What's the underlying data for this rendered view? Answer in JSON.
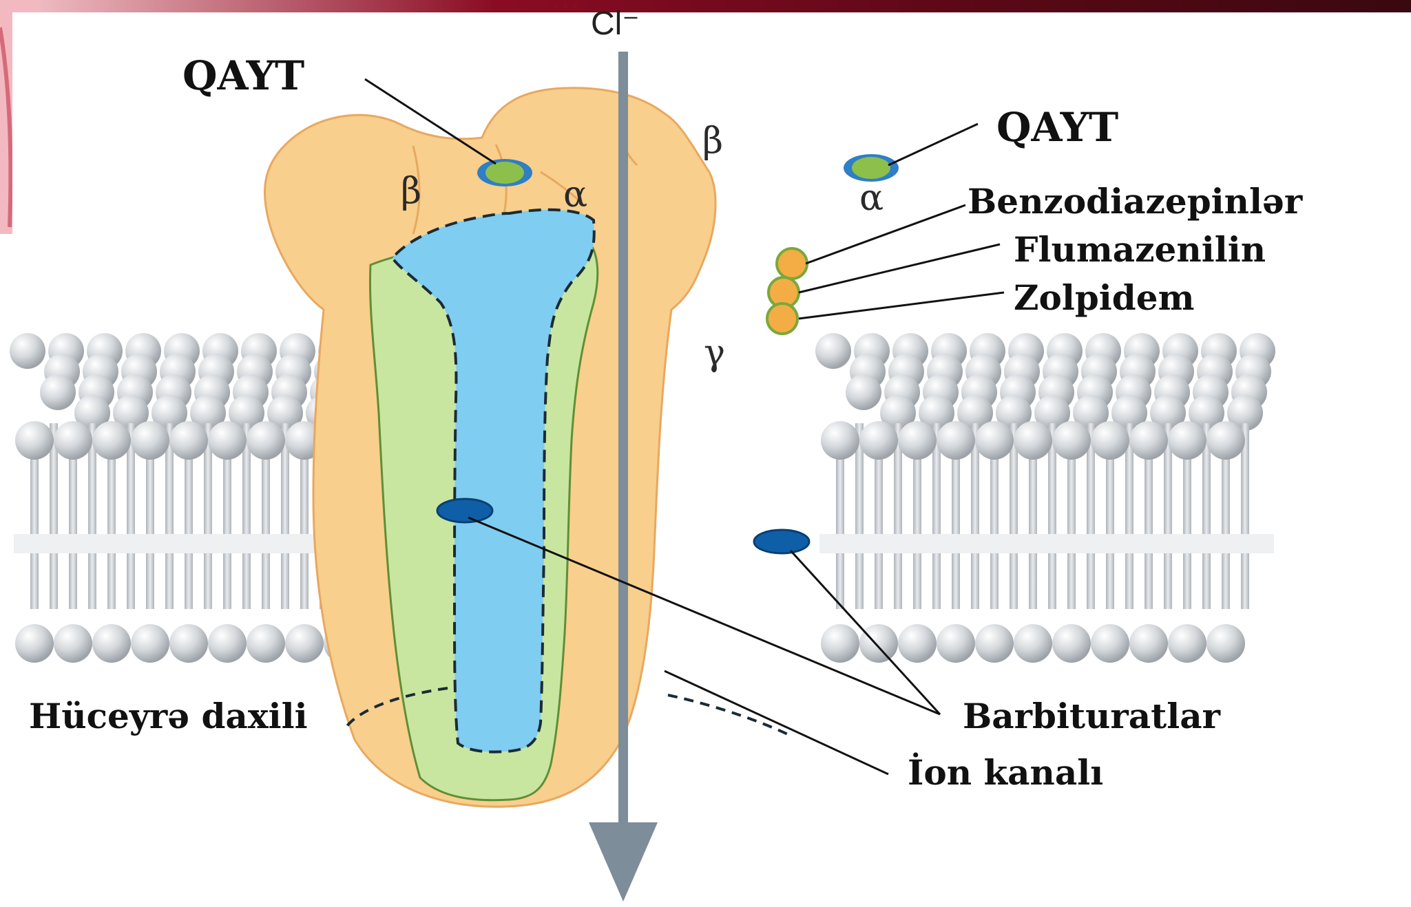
{
  "header_fragment": "...",
  "ion_label": "Cl⁻",
  "labels": {
    "qayt_left": "QAYT",
    "qayt_right": "QAYT",
    "benzodiazepines": "Benzodiazepinlər",
    "flumazenil": "Flumazenilin",
    "zolpidem": "Zolpidem",
    "intracellular": "Hüceyrə daxili",
    "barbiturates": "Barbituratlar",
    "ion_channel": "İon kanalı"
  },
  "subunits": {
    "beta_left": "β",
    "alpha_left": "α",
    "beta_right": "β",
    "alpha_right": "α",
    "gamma": "γ"
  },
  "colors": {
    "receptor_fill": "#f8cf8c",
    "receptor_stroke": "#e8a860",
    "gamma_fill": "#c9e6a0",
    "gamma_stroke": "#5f8f36",
    "channel_fill": "#7fcdf0",
    "arrow": "#7d8d99",
    "membrane_bead": "#cfd3d7",
    "qayt_site": "#8cc04a",
    "barbiturate_site": "#0e5fa8",
    "benzo_site": "#f4ad45",
    "header_band": "#8a0c22"
  }
}
